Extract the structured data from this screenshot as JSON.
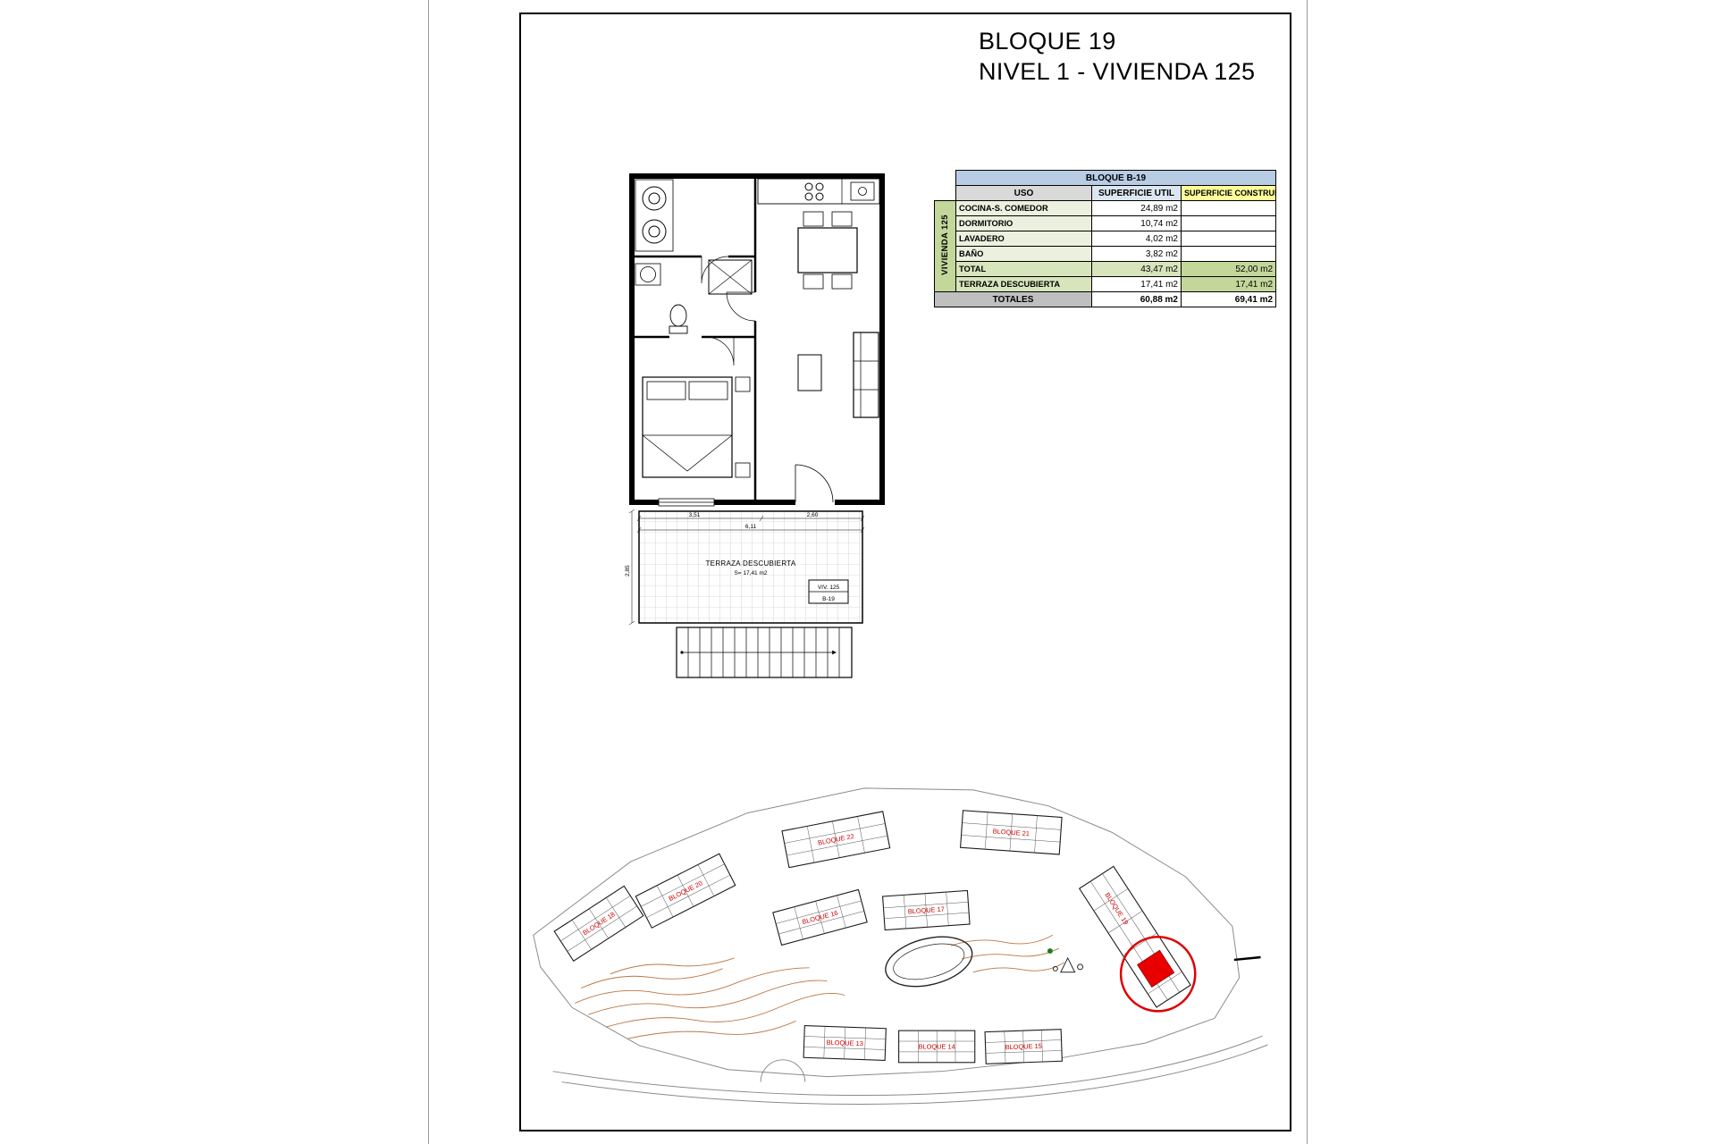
{
  "page": {
    "title_line1": "BLOQUE 19",
    "title_line2": "NIVEL 1 - VIVIENDA 125"
  },
  "table": {
    "block_header": "BLOQUE B-19",
    "col_uso": "USO",
    "col_util": "SUPERFICIE UTIL",
    "col_construida": "SUPERFICIE CONSTRUIDA",
    "row_group": "VIVIENDA 125",
    "rows": [
      {
        "uso": "COCINA-S. COMEDOR",
        "util": "24,89 m2",
        "construida": ""
      },
      {
        "uso": "DORMITORIO",
        "util": "10,74 m2",
        "construida": ""
      },
      {
        "uso": "LAVADERO",
        "util": "4,02 m2",
        "construida": ""
      },
      {
        "uso": "BAÑO",
        "util": "3,82 m2",
        "construida": ""
      },
      {
        "uso": "TOTAL",
        "util": "43,47 m2",
        "construida": "52,00 m2"
      },
      {
        "uso": "TERRAZA DESCUBIERTA",
        "util": "17,41 m2",
        "construida": "17,41 m2"
      }
    ],
    "totals_label": "TOTALES",
    "total_util": "60,88 m2",
    "total_construida": "69,41 m2"
  },
  "floorplan": {
    "terraza_label": "TERRAZA DESCUBIERTA",
    "terraza_area": "S= 17,41 m2",
    "unit_ref_line1": "VIV. 125",
    "unit_ref_line2": "B-19",
    "dims": {
      "d1": "3,51",
      "d2": "2,60",
      "d3": "6,11",
      "d4": "2,85"
    }
  },
  "site_plan": {
    "blocks": [
      {
        "name": "BLOQUE 18"
      },
      {
        "name": "BLOQUE 20"
      },
      {
        "name": "BLOQUE 22"
      },
      {
        "name": "BLOQUE 21"
      },
      {
        "name": "BLOQUE 16"
      },
      {
        "name": "BLOQUE 17"
      },
      {
        "name": "BLOQUE 19"
      },
      {
        "name": "BLOQUE 13"
      },
      {
        "name": "BLOQUE 14"
      },
      {
        "name": "BLOQUE 15"
      }
    ]
  },
  "colors": {
    "header_blue": "#b8cce4",
    "header_util_blue": "#dce6f1",
    "header_yellow": "#ffff99",
    "group_green": "#c4d79b",
    "row_green_light": "#ebf1de",
    "row_green_mid": "#d8e4bc",
    "header_gray": "#d9d9d9",
    "totales_gray": "#bfbfbf",
    "highlight_red": "#e80000",
    "contour_orange": "#b5672f",
    "block_label_red": "#cc0000"
  }
}
